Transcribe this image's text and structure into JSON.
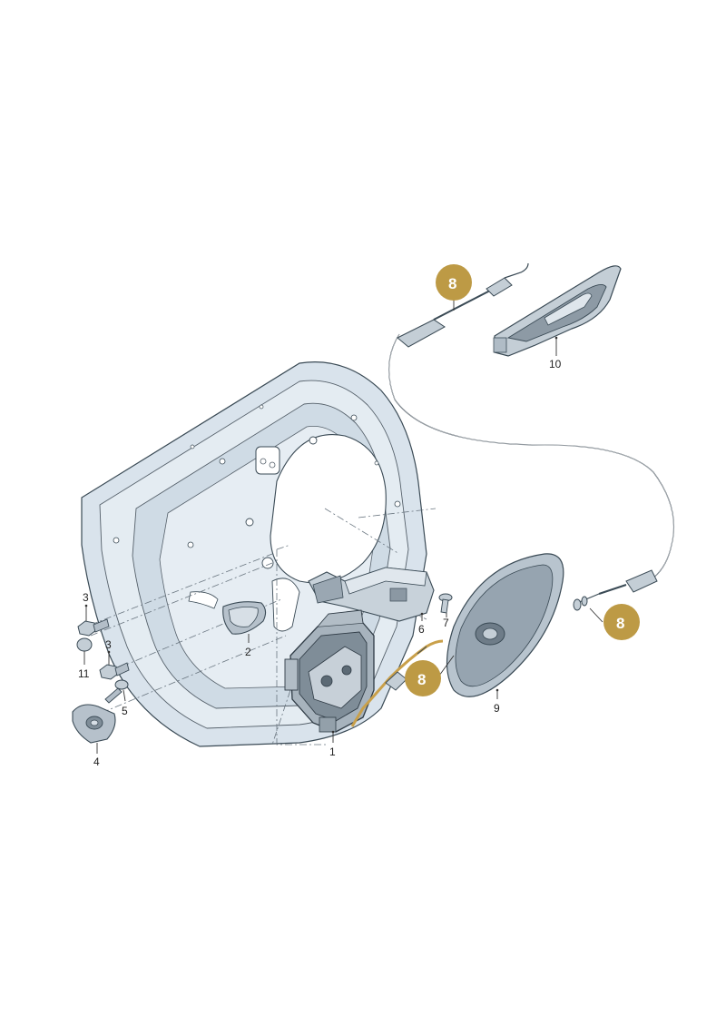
{
  "colors": {
    "panel_fill": "#d6e1ea",
    "panel_shadow": "#b9c8d4",
    "part_fill": "#c4ced6",
    "part_dark": "#7f8d98",
    "badge": "#bd9a45",
    "highlight_cable": "#c9a04a"
  },
  "callouts": {
    "n1": "1",
    "n2": "2",
    "n3a": "3",
    "n3b": "3",
    "n4": "4",
    "n5": "5",
    "n6": "6",
    "n7": "7",
    "n9": "9",
    "n10": "10",
    "n11": "11"
  },
  "badges": {
    "b_top": "8",
    "b_right": "8",
    "b_center": "8"
  }
}
